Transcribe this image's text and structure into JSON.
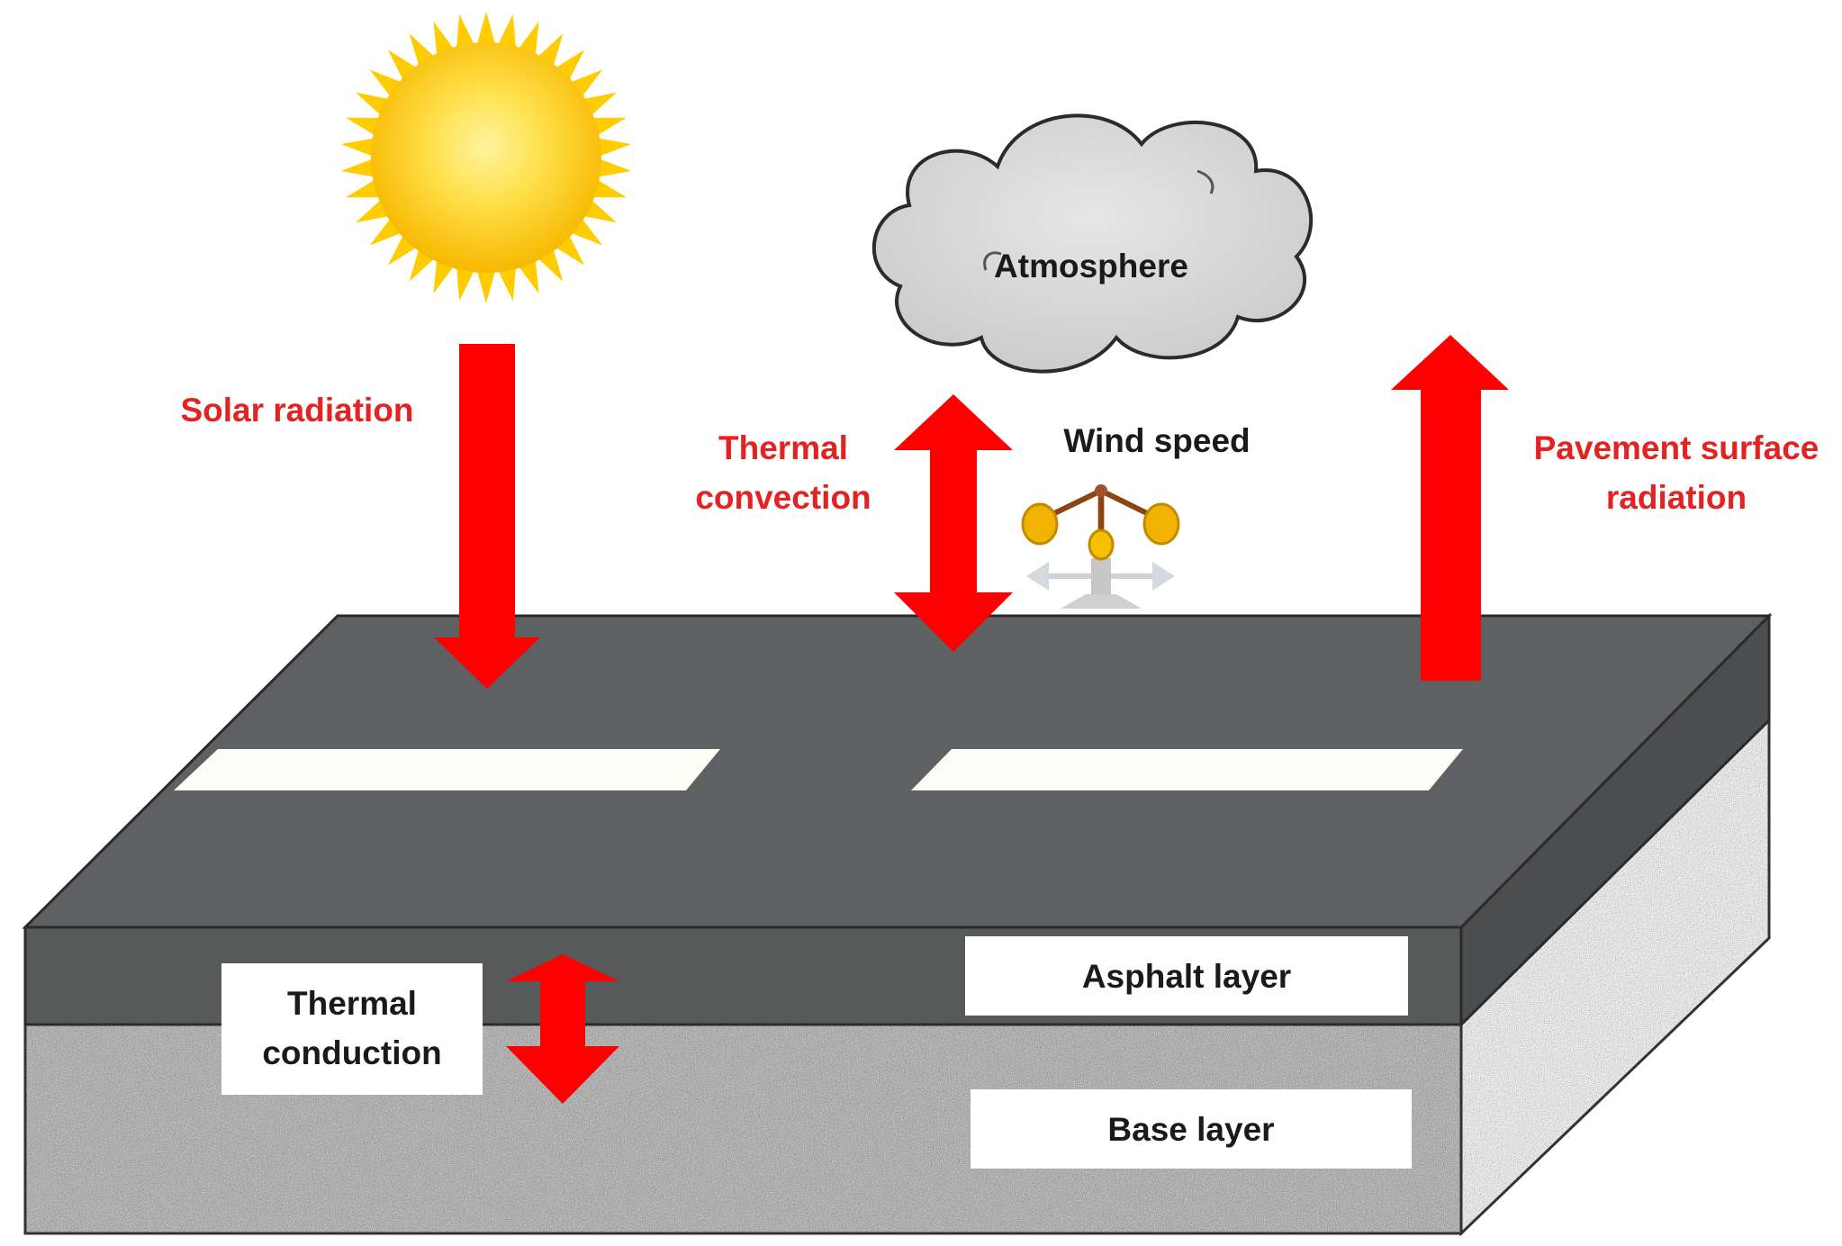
{
  "labels": {
    "solar_radiation": "Solar radiation",
    "thermal_convection_line1": "Thermal",
    "thermal_convection_line2": "convection",
    "wind_speed": "Wind speed",
    "atmosphere": "Atmosphere",
    "pavement_radiation_line1": "Pavement surface",
    "pavement_radiation_line2": "radiation",
    "thermal_conduction_line1": "Thermal",
    "thermal_conduction_line2": "conduction",
    "asphalt_layer": "Asphalt layer",
    "base_layer": "Base layer"
  },
  "colors": {
    "heat_arrow": "#ff0000",
    "label_red": "#e32222",
    "asphalt": "#5f6061",
    "asphalt_front": "#585959",
    "lane_marking": "#fdfdf5",
    "cloud": "#d3d3d3",
    "sun_core": "#ffd21f",
    "sun_rays": "#ffcc00"
  },
  "icons": {
    "sun": "sun-icon",
    "cloud": "cloud-icon",
    "anemometer": "anemometer-icon"
  }
}
